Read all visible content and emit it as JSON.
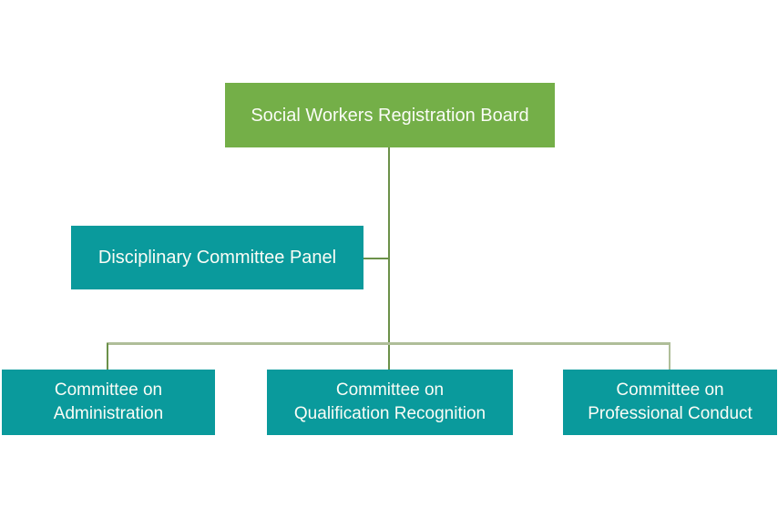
{
  "org_chart": {
    "root": {
      "label": "Social Workers Registration Board"
    },
    "panel": {
      "label": "Disciplinary Committee Panel"
    },
    "committees": [
      {
        "name": "administration",
        "lines": [
          "Committee on",
          "Administration"
        ]
      },
      {
        "name": "qualification-recognition",
        "lines": [
          "Committee on",
          "Qualification Recognition"
        ]
      },
      {
        "name": "professional-conduct",
        "lines": [
          "Committee on",
          "Professional Conduct"
        ]
      }
    ]
  },
  "colors": {
    "root_box": "#74AF48",
    "committee_box": "#0A9A9C",
    "connector_dark": "#6B9149",
    "connector_light": "#AFBE99",
    "text": "#FAFCF6"
  }
}
